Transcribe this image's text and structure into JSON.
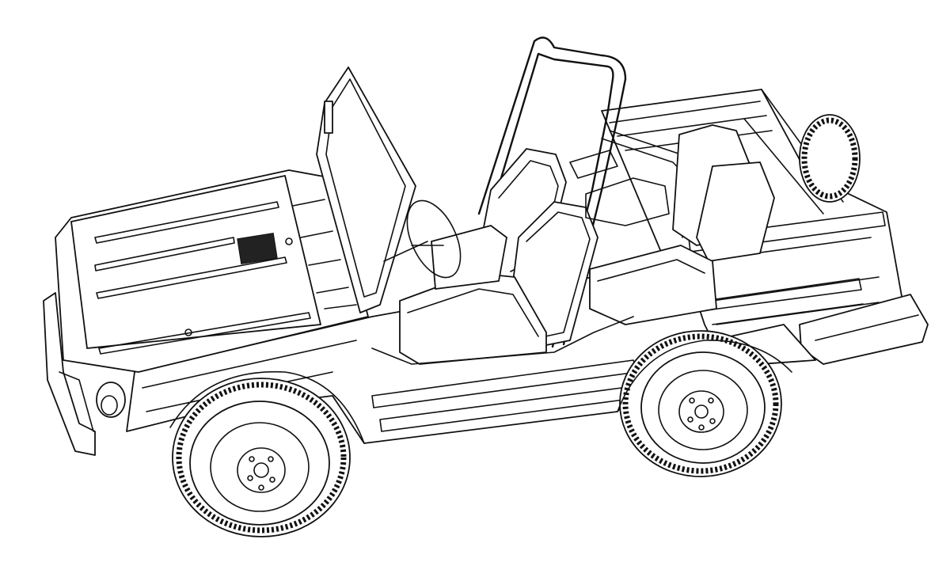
{
  "illustration": {
    "subject": "open-top-utility-vehicle-line-drawing",
    "style": "black-outline-on-white",
    "colors": {
      "background": "#ffffff",
      "line": "#111111"
    },
    "components": [
      "hood",
      "windshield-frame",
      "roll-bar",
      "front-seats",
      "rear-seats",
      "cargo-bed",
      "spare-tire",
      "front-wheel",
      "rear-wheel",
      "front-bumper",
      "rear-bumper",
      "headlight",
      "steering-wheel",
      "body-side-panel"
    ]
  }
}
